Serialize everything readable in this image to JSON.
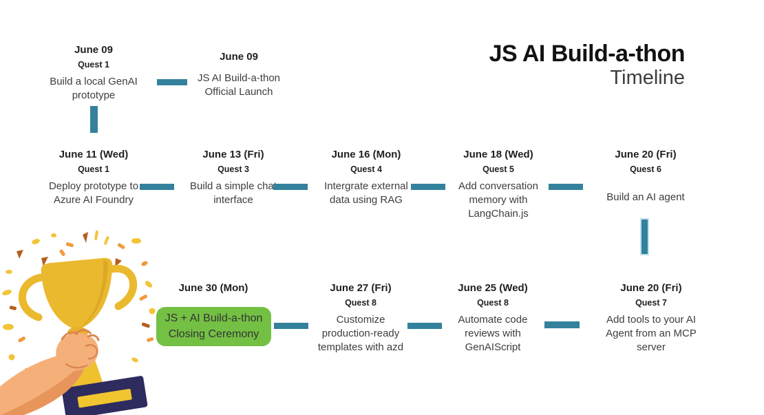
{
  "title": {
    "line1": "JS AI Build-a-thon",
    "line2": "Timeline"
  },
  "colors": {
    "connector": "#33819C",
    "highlight_green": "#74C044",
    "trophy_gold": "#EBB92E",
    "base_navy": "#2E2B5E"
  },
  "rows": {
    "top": [
      {
        "date": "June 09",
        "quest": "Quest 1",
        "desc": "Build a local GenAI prototype"
      },
      {
        "date": "June 09",
        "quest": "",
        "desc": "JS AI Build-a-thon Official Launch"
      }
    ],
    "middle": [
      {
        "date": "June 11 (Wed)",
        "quest": "Quest 1",
        "desc": "Deploy prototype to Azure AI Foundry"
      },
      {
        "date": "June 13 (Fri)",
        "quest": "Quest 3",
        "desc": "Build a simple chat interface"
      },
      {
        "date": "June 16 (Mon)",
        "quest": "Quest 4",
        "desc": "Intergrate external data using RAG"
      },
      {
        "date": "June 18 (Wed)",
        "quest": "Quest 5",
        "desc": "Add conversation memory with LangChain.js"
      },
      {
        "date": "June 20 (Fri)",
        "quest": "Quest 6",
        "desc": "Build an AI agent"
      }
    ],
    "bottom": [
      {
        "date": "June 30 (Mon)",
        "quest": "",
        "desc": "JS + AI Build-a-thon Closing Ceremony",
        "highlighted": true
      },
      {
        "date": "June 27 (Fri)",
        "quest": "Quest 8",
        "desc": "Customize production-ready templates with azd"
      },
      {
        "date": "June 25 (Wed)",
        "quest": "Quest 8",
        "desc": "Automate code reviews with GenAIScript"
      },
      {
        "date": "June 20 (Fri)",
        "quest": "Quest 7",
        "desc": "Add tools to your AI Agent from an MCP server"
      }
    ]
  },
  "illustration": {
    "name": "hand-holding-trophy-with-confetti"
  }
}
